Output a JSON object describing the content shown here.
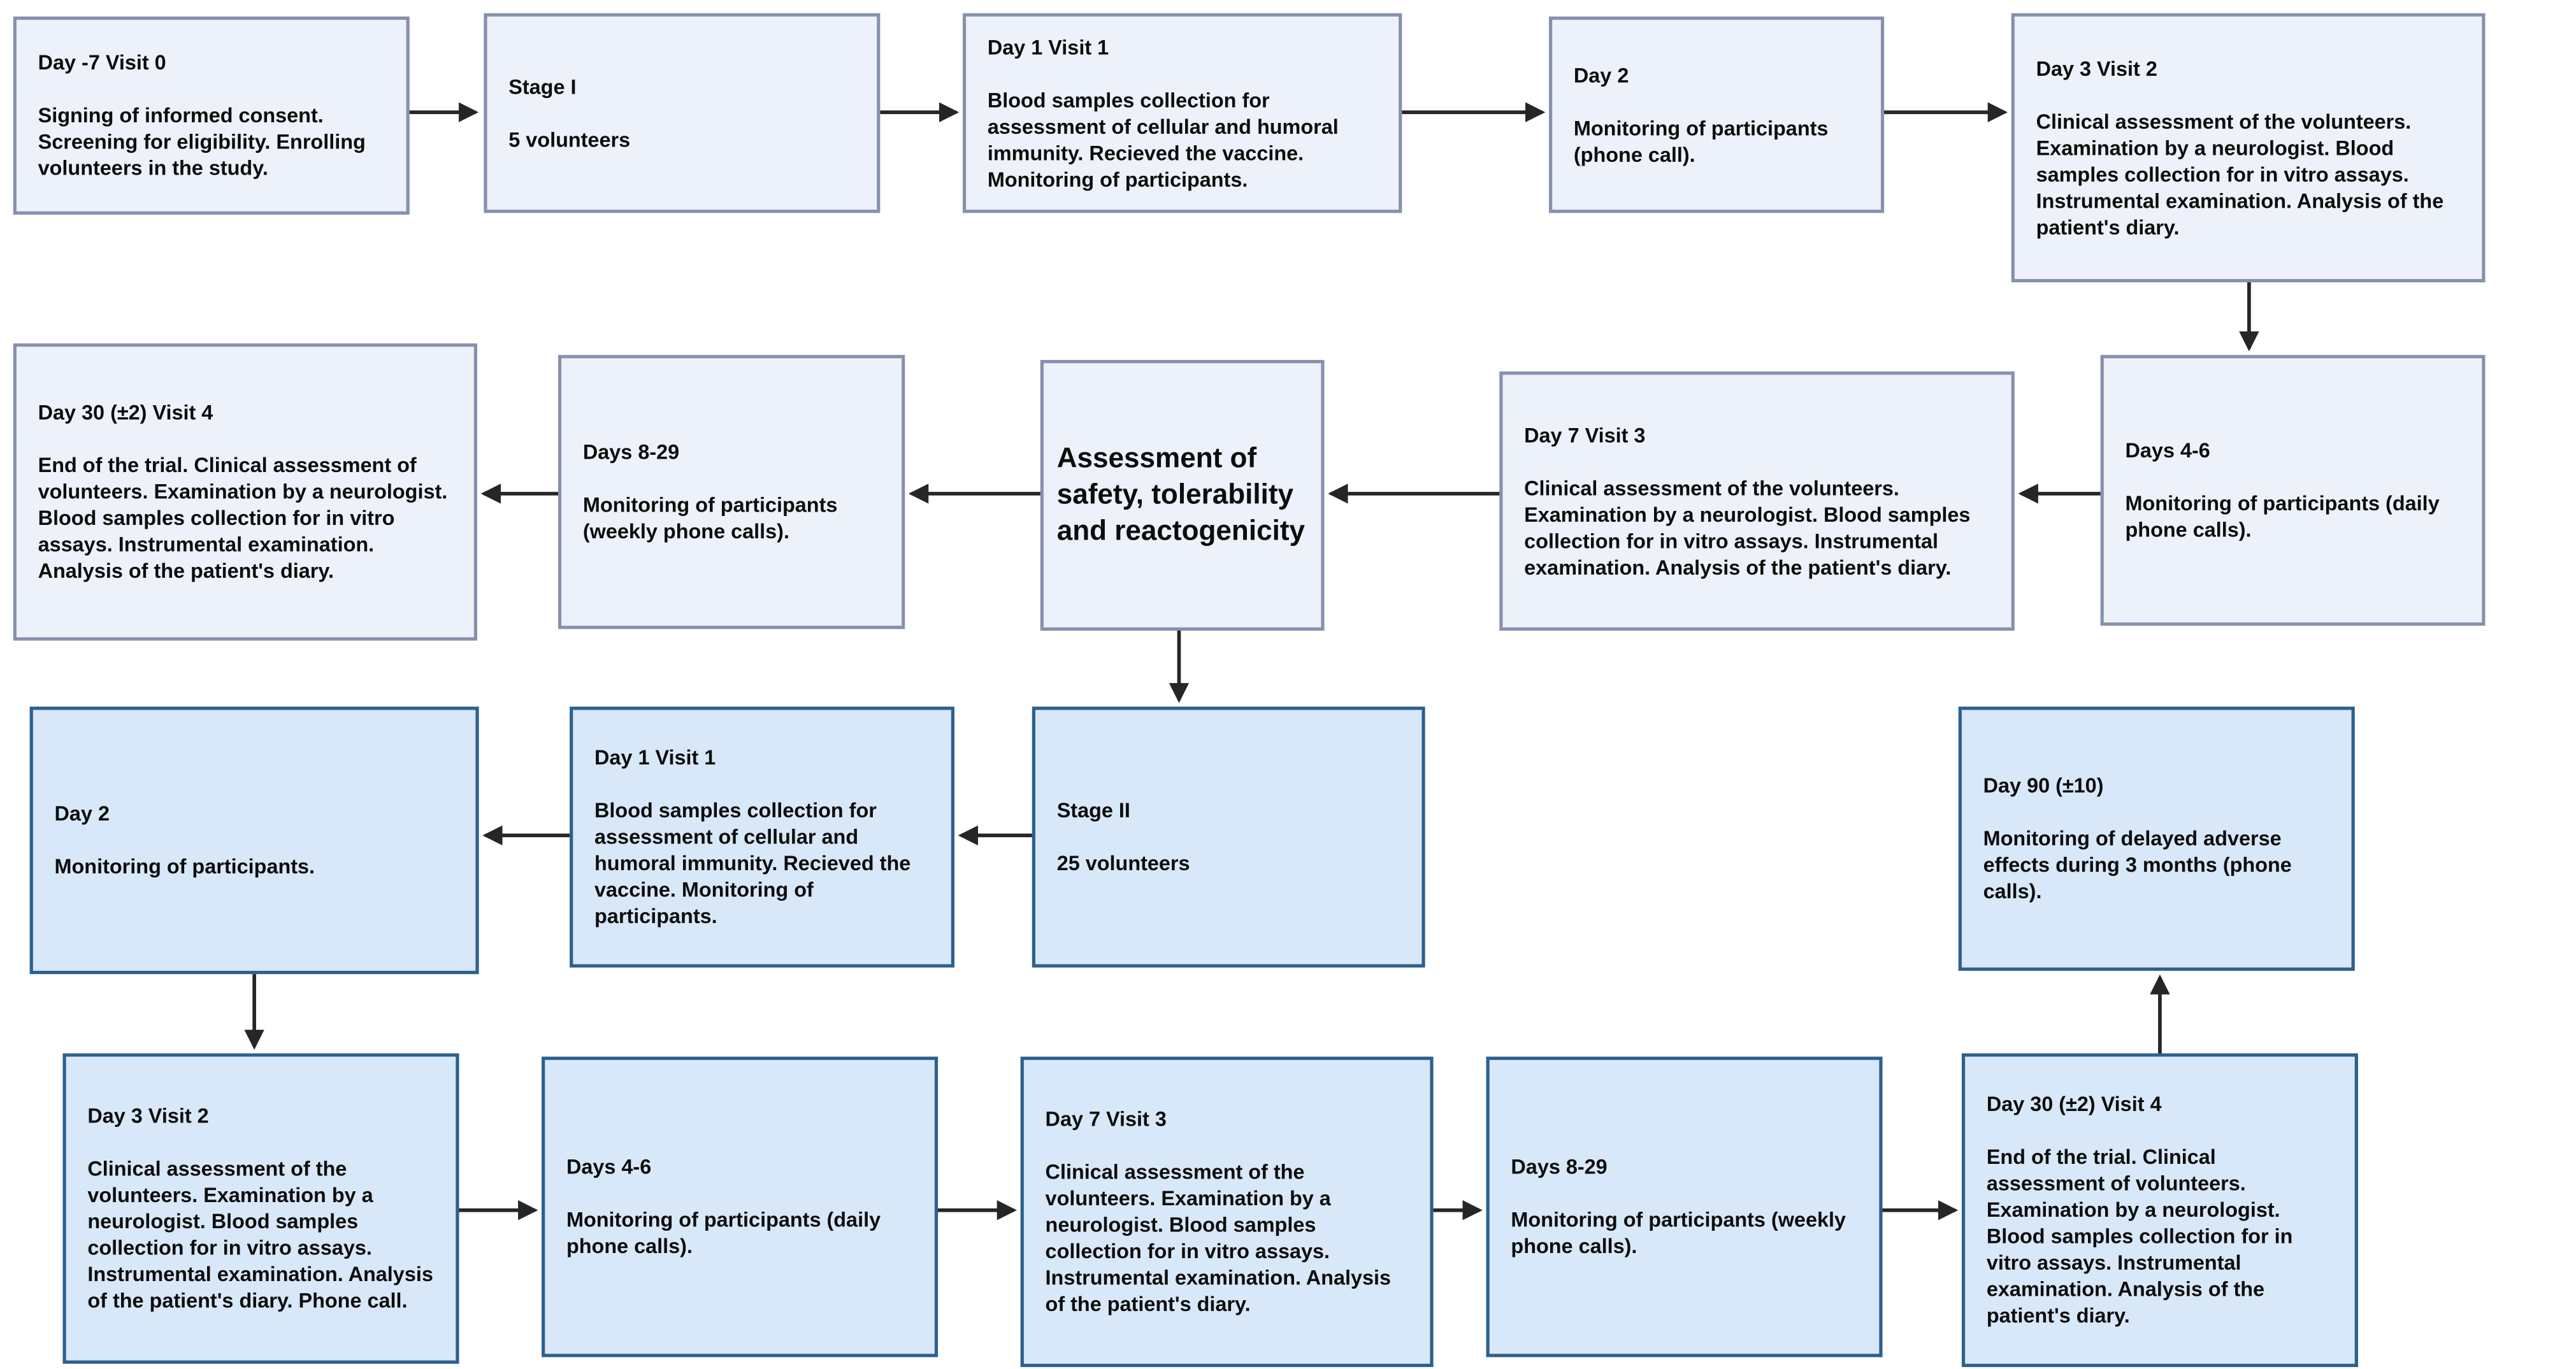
{
  "diagram": {
    "kind": "clinical-trial-flowchart",
    "central_label": "Assessment of safety, tolerability and reactogenicity"
  },
  "colors": {
    "stage1_fill": "#edf1f9",
    "stage1_border": "#8791ae",
    "stage2_fill": "#d8e8f8",
    "stage2_border": "#2c608f",
    "arrow": "#262626",
    "text": "#0d0d0d",
    "background": "#ffffff"
  },
  "nodes": {
    "s1_visit0": {
      "title": "Day -7 Visit 0",
      "body": "Signing of informed consent. Screening for eligibility. Enrolling volunteers in the study."
    },
    "s1_stage": {
      "title": "Stage I",
      "body": "5 volunteers"
    },
    "s1_visit1": {
      "title": "Day 1 Visit 1",
      "body": "Blood samples collection for assessment of cellular and humoral immunity. Recieved the vaccine. Monitoring of participants."
    },
    "s1_day2": {
      "title": "Day 2",
      "body": "Monitoring of participants (phone call)."
    },
    "s1_visit2": {
      "title": "Day 3 Visit 2",
      "body": "Clinical assessment of the volunteers. Examination by a neurologist. Blood samples collection for in vitro assays. Instrumental examination. Analysis of the patient's diary."
    },
    "s1_days46": {
      "title": "Days 4-6",
      "body": "Monitoring of participants (daily phone calls)."
    },
    "s1_visit3": {
      "title": "Day 7 Visit 3",
      "body": "Clinical assessment of the volunteers. Examination by a neurologist. Blood samples collection for in vitro assays. Instrumental examination. Analysis of the patient's diary."
    },
    "center": {
      "title": "Assessment of safety, tolerability and reactogenicity"
    },
    "s1_days829": {
      "title": "Days 8-29",
      "body": "Monitoring of participants (weekly phone calls)."
    },
    "s1_visit4": {
      "title": "Day 30 (±2) Visit 4",
      "body": "End of the trial. Clinical assessment of volunteers. Examination by a neurologist. Blood samples collection for in vitro assays. Instrumental examination. Analysis of the patient's diary."
    },
    "s2_stage": {
      "title": "Stage II",
      "body": "25 volunteers"
    },
    "s2_visit1": {
      "title": "Day 1 Visit 1",
      "body": "Blood samples collection for assessment of cellular and humoral immunity. Recieved the vaccine. Monitoring of participants."
    },
    "s2_day2": {
      "title": "Day 2",
      "body": "Monitoring of participants."
    },
    "s2_visit2": {
      "title": "Day 3 Visit 2",
      "body": "Clinical assessment of the volunteers. Examination by a neurologist. Blood samples collection for in vitro assays. Instrumental examination. Analysis of the patient's diary. Phone call."
    },
    "s2_days46": {
      "title": "Days 4-6",
      "body": "Monitoring of participants (daily phone calls)."
    },
    "s2_visit3": {
      "title": "Day 7 Visit 3",
      "body": "Clinical assessment of the volunteers. Examination by a neurologist. Blood samples collection for in vitro assays. Instrumental examination. Analysis of the patient's diary."
    },
    "s2_days829": {
      "title": "Days 8-29",
      "body": "Monitoring of participants (weekly phone calls)."
    },
    "s2_visit4": {
      "title": "Day 30 (±2) Visit 4",
      "body": "End of the trial. Clinical assessment of volunteers. Examination by a neurologist. Blood samples collection for in vitro assays. Instrumental examination. Analysis of the patient's diary."
    },
    "s2_day90": {
      "title": "Day 90 (±10)",
      "body": "Monitoring of delayed adverse effects during 3 months (phone calls)."
    }
  }
}
